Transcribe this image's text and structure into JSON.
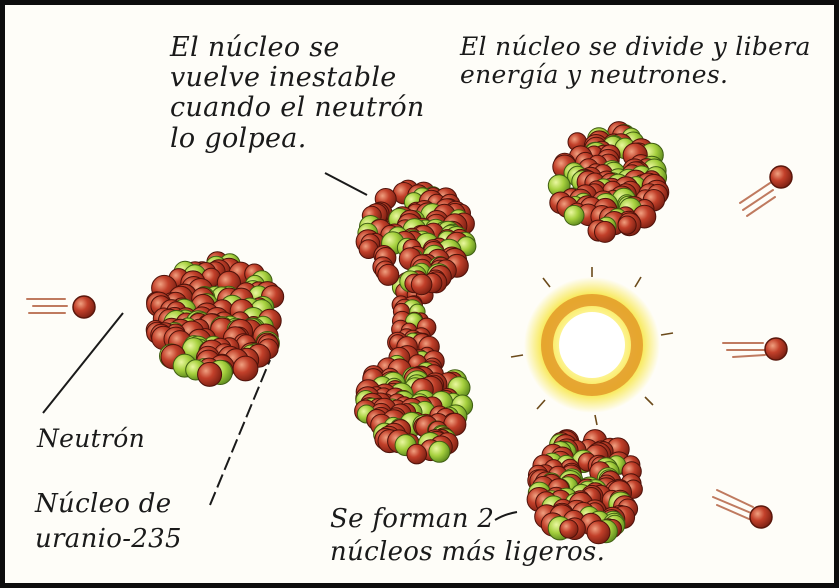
{
  "labels": {
    "unstable": "El núcleo se\nvuelve inestable\ncuando el neutrón\nlo golpea.",
    "divides": "El núcleo se divide y libera\nenergía y neutrones.",
    "neutron": "Neutrón",
    "uranium": "Núcleo de\nuranio-235",
    "lighter": "Se forman 2\nnúcleos más ligeros."
  },
  "colors": {
    "background": "#fefdf8",
    "border": "#0d0d0d",
    "proton": "#b2321f",
    "neutron_particle": "#9ccb3a",
    "energy_glow": "#f4e43a",
    "energy_ring": "#e39a2a"
  }
}
